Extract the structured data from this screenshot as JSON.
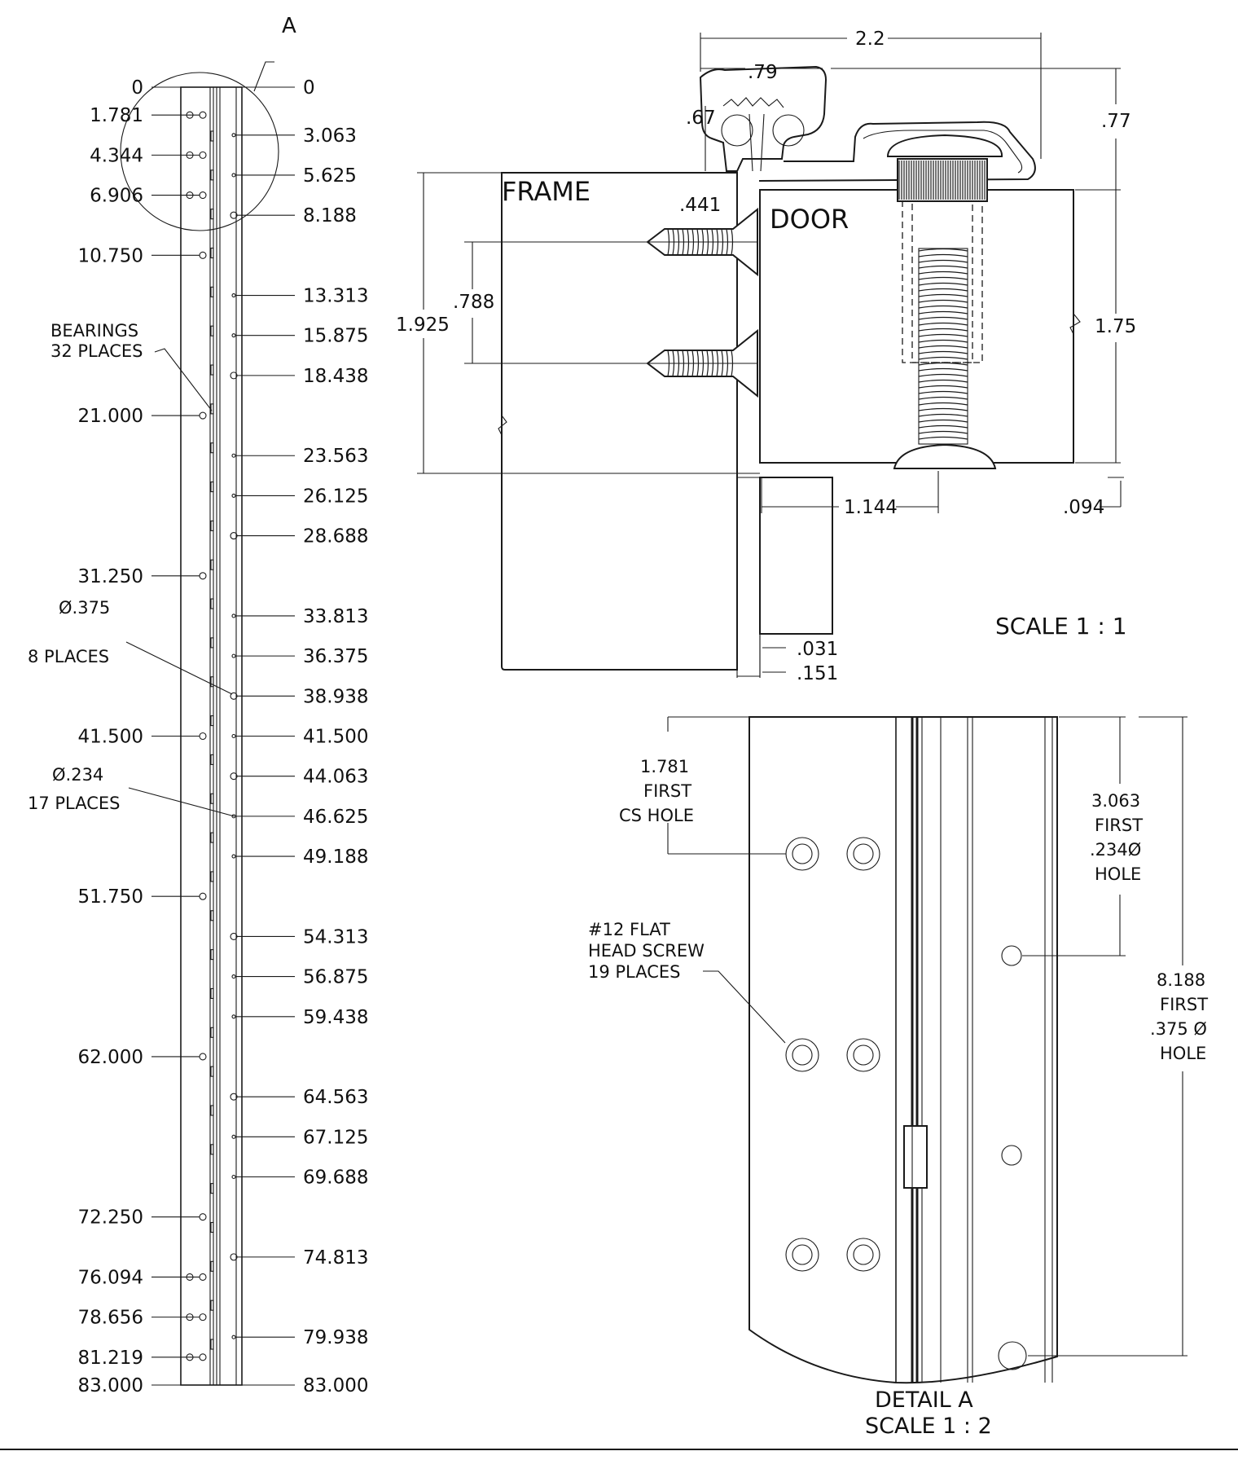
{
  "left_view": {
    "detail_tag": "A",
    "left_dims": [
      "0",
      "1.781",
      "4.344",
      "6.906",
      "10.750",
      "21.000",
      "31.250",
      "41.500",
      "51.750",
      "62.000",
      "72.250",
      "76.094",
      "78.656",
      "81.219",
      "83.000"
    ],
    "right_dims": [
      "0",
      "3.063",
      "5.625",
      "8.188",
      "13.313",
      "15.875",
      "18.438",
      "23.563",
      "26.125",
      "28.688",
      "33.813",
      "36.375",
      "38.938",
      "41.500",
      "44.063",
      "46.625",
      "49.188",
      "54.313",
      "56.875",
      "59.438",
      "64.563",
      "67.125",
      "69.688",
      "74.813",
      "79.938",
      "83.000"
    ],
    "bearings_line1": "BEARINGS",
    "bearings_line2": "32 PLACES",
    "hole375_line1": "Ø.375",
    "hole375_line2": "8 PLACES",
    "hole234_line1": "Ø.234",
    "hole234_line2": "17 PLACES"
  },
  "section_view": {
    "frame_label": "FRAME",
    "door_label": "DOOR",
    "dim_2_2": "2.2",
    "dim_79": ".79",
    "dim_67": ".67",
    "dim_77": ".77",
    "dim_441": ".441",
    "dim_788": ".788",
    "dim_1925": "1.925",
    "dim_175": "1.75",
    "dim_1144": "1.144",
    "dim_094": ".094",
    "dim_031": ".031",
    "dim_151": ".151",
    "scale": "SCALE 1 : 1"
  },
  "detail_view": {
    "cs_line1": "1.781",
    "cs_line2": "FIRST",
    "cs_line3": "CS HOLE",
    "h234_line1": "3.063",
    "h234_line2": "FIRST",
    "h234_line3": ".234Ø",
    "h234_line4": "HOLE",
    "h375_line1": "8.188",
    "h375_line2": "FIRST",
    "h375_line3": ".375 Ø",
    "h375_line4": "HOLE",
    "screw_line1": "#12 FLAT",
    "screw_line2": "HEAD SCREW",
    "screw_line3": "19 PLACES",
    "title_line1": "DETAIL A",
    "title_line2": "SCALE 1 : 2"
  }
}
